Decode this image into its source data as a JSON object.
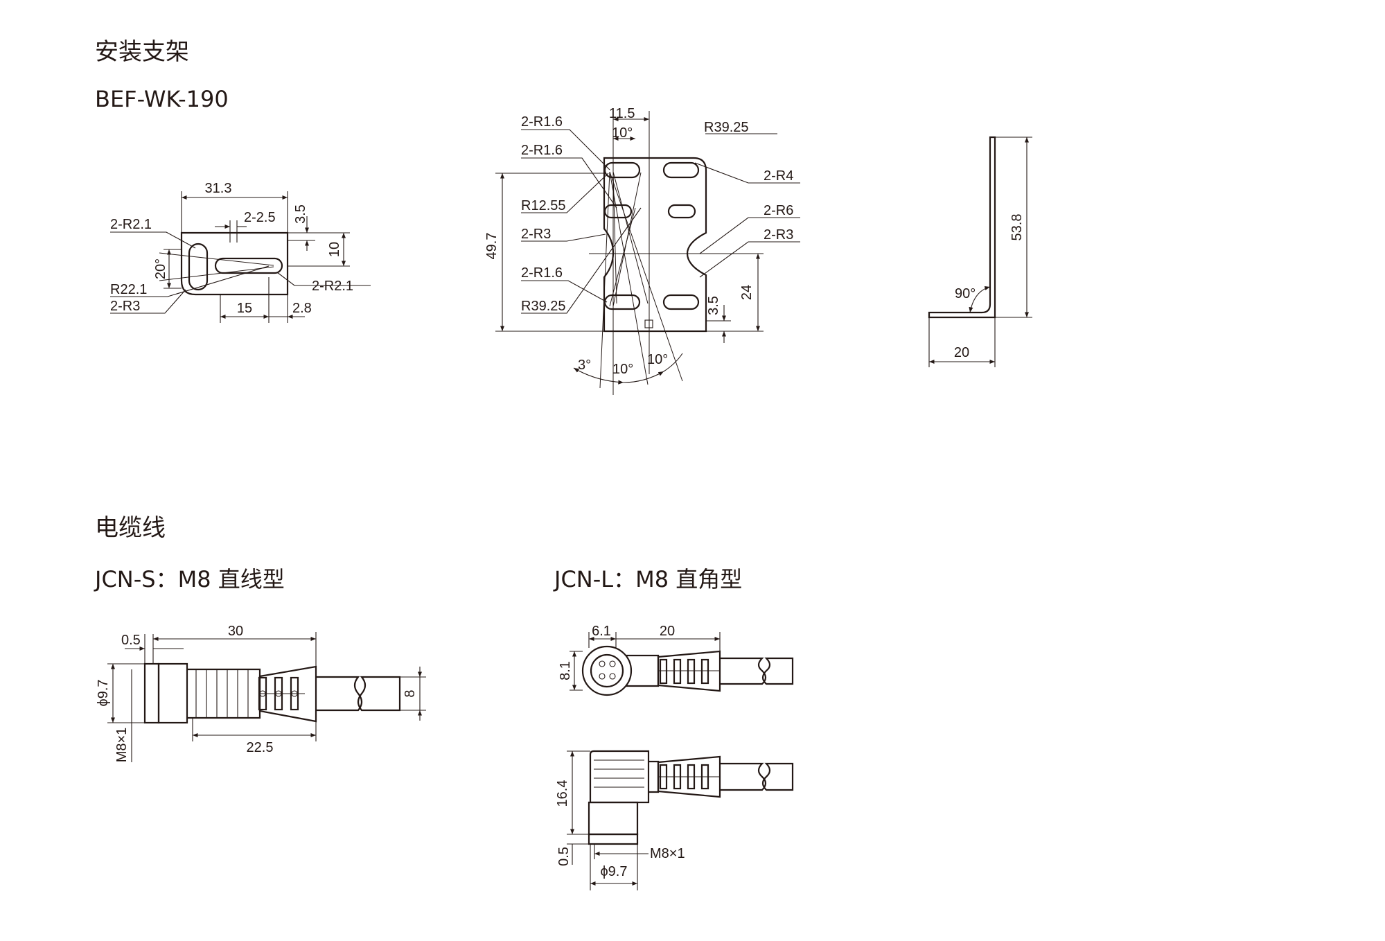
{
  "sections": {
    "bracket": {
      "title": "安装支架",
      "model": "BEF-WK-190",
      "front_view": {
        "labels": [
          "31.3",
          "2-2.5",
          "3.5",
          "10",
          "2-R2.1",
          "20°",
          "R22.1",
          "2-R3",
          "2-R2.1",
          "15",
          "2.8"
        ]
      },
      "top_view": {
        "labels": [
          "11.5",
          "10°",
          "2-R1.6",
          "2-R1.6",
          "R39.25",
          "2-R4",
          "R12.55",
          "2-R6",
          "2-R3",
          "2-R3",
          "49.7",
          "2-R1.6",
          "24",
          "3.5",
          "R39.25",
          "3°",
          "10°",
          "10°"
        ]
      },
      "side_view": {
        "labels": [
          "53.8",
          "90°",
          "20"
        ]
      }
    },
    "cable": {
      "title": "电缆线",
      "straight": {
        "caption": "JCN-S：M8 直线型",
        "labels": [
          "0.5",
          "30",
          "ϕ9.7",
          "8",
          "M8×1",
          "22.5"
        ]
      },
      "angled": {
        "caption": "JCN-L：M8 直角型",
        "labels": [
          "6.1",
          "20",
          "8.1",
          "16.4",
          "M8×1",
          "0.5",
          "ϕ9.7"
        ]
      }
    }
  }
}
